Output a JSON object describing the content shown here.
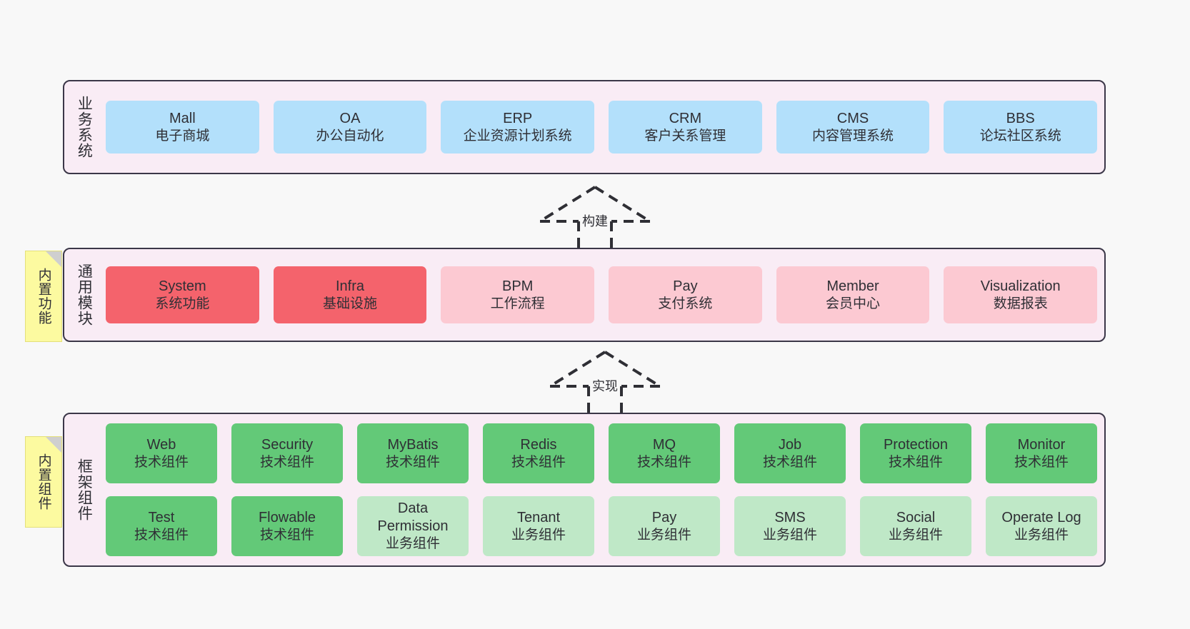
{
  "diagram": {
    "title": "ruoyi-vue-pro architecture layers",
    "colors": {
      "layer_bg": "#f9ecf5",
      "layer_border": "#3b3748",
      "business_cell": "#b3e0fb",
      "module_active_cell": "#f4636c",
      "module_cell": "#fcc9d2",
      "tech_cell": "#63c978",
      "biz_cell": "#bfe8c7",
      "note_bg": "#fcfaa0"
    }
  },
  "layers": [
    {
      "id": "business",
      "title": "业务系统",
      "rows": [
        [
          {
            "name": "Mall",
            "sub": "电子商城",
            "style": "c-blue"
          },
          {
            "name": "OA",
            "sub": "办公自动化",
            "style": "c-blue"
          },
          {
            "name": "ERP",
            "sub": "企业资源计划系统",
            "style": "c-blue"
          },
          {
            "name": "CRM",
            "sub": "客户关系管理",
            "style": "c-blue"
          },
          {
            "name": "CMS",
            "sub": "内容管理系统",
            "style": "c-blue"
          },
          {
            "name": "BBS",
            "sub": "论坛社区系统",
            "style": "c-blue"
          }
        ]
      ]
    },
    {
      "id": "modules",
      "title": "通用模块",
      "rows": [
        [
          {
            "name": "System",
            "sub": "系统功能",
            "style": "c-red"
          },
          {
            "name": "Infra",
            "sub": "基础设施",
            "style": "c-red"
          },
          {
            "name": "BPM",
            "sub": "工作流程",
            "style": "c-pink"
          },
          {
            "name": "Pay",
            "sub": "支付系统",
            "style": "c-pink"
          },
          {
            "name": "Member",
            "sub": "会员中心",
            "style": "c-pink"
          },
          {
            "name": "Visualization",
            "sub": "数据报表",
            "style": "c-pink"
          }
        ]
      ]
    },
    {
      "id": "framework",
      "title": "框架组件",
      "rows": [
        [
          {
            "name": "Web",
            "sub": "技术组件",
            "style": "c-green"
          },
          {
            "name": "Security",
            "sub": "技术组件",
            "style": "c-green"
          },
          {
            "name": "MyBatis",
            "sub": "技术组件",
            "style": "c-green"
          },
          {
            "name": "Redis",
            "sub": "技术组件",
            "style": "c-green"
          },
          {
            "name": "MQ",
            "sub": "技术组件",
            "style": "c-green"
          },
          {
            "name": "Job",
            "sub": "技术组件",
            "style": "c-green"
          },
          {
            "name": "Protection",
            "sub": "技术组件",
            "style": "c-green"
          },
          {
            "name": "Monitor",
            "sub": "技术组件",
            "style": "c-green"
          }
        ],
        [
          {
            "name": "Test",
            "sub": "技术组件",
            "style": "c-green"
          },
          {
            "name": "Flowable",
            "sub": "技术组件",
            "style": "c-green"
          },
          {
            "name": "Data Permission",
            "sub": "业务组件",
            "style": "c-lightgreen",
            "wrap": true
          },
          {
            "name": "Tenant",
            "sub": "业务组件",
            "style": "c-lightgreen"
          },
          {
            "name": "Pay",
            "sub": "业务组件",
            "style": "c-lightgreen"
          },
          {
            "name": "SMS",
            "sub": "业务组件",
            "style": "c-lightgreen"
          },
          {
            "name": "Social",
            "sub": "业务组件",
            "style": "c-lightgreen"
          },
          {
            "name": "Operate Log",
            "sub": "业务组件",
            "style": "c-lightgreen"
          }
        ]
      ]
    }
  ],
  "notes": [
    {
      "id": "functions",
      "label": "内置功能"
    },
    {
      "id": "components",
      "label": "内置组件"
    }
  ],
  "arrows": [
    {
      "id": "build",
      "label": "构建"
    },
    {
      "id": "realize",
      "label": "实现"
    }
  ]
}
